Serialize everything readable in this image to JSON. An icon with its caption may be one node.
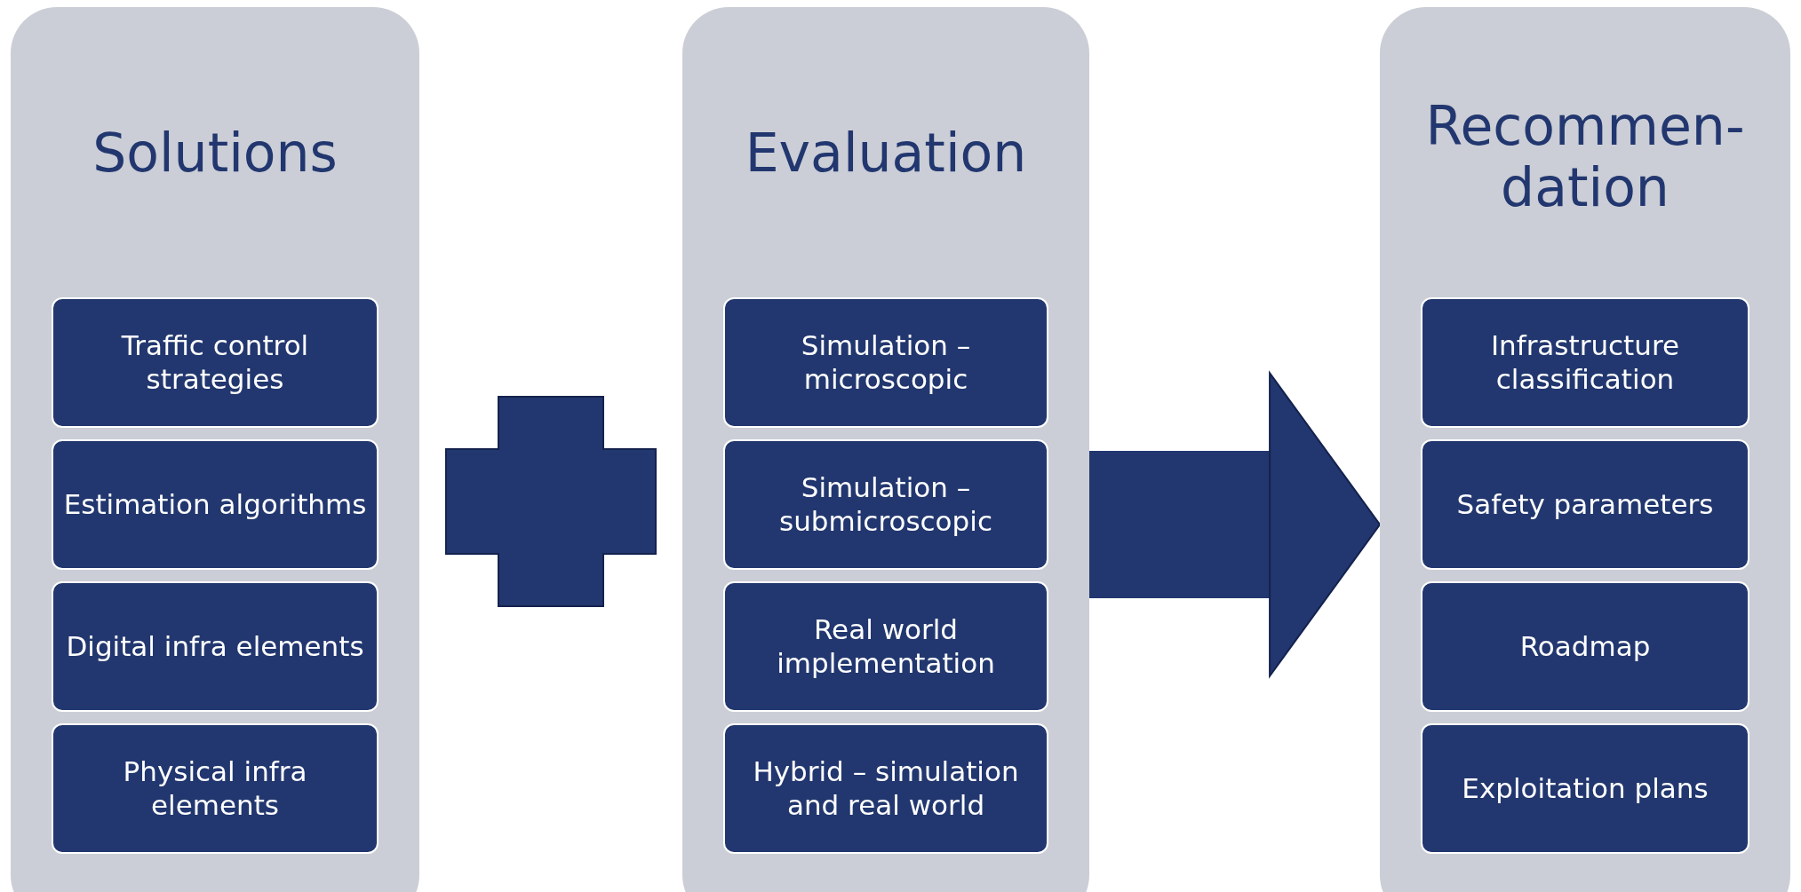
{
  "diagram": {
    "nodes": [
      {
        "text": [
          "Solutions"
        ]
      },
      {
        "text": [
          "Traffic control strategies"
        ],
        "in": 0
      },
      {
        "text": [
          "Estimation algorithms"
        ],
        "in": 0
      },
      {
        "text": [
          "Digital infra elements"
        ],
        "in": 0
      },
      {
        "text": [
          "Physical infra elements"
        ],
        "in": 0
      },
      {
        "text": [],
        "shape": "plus"
      },
      {
        "text": [
          "Evaluation"
        ]
      },
      {
        "text": [
          "Simulation – microscopic"
        ],
        "in": 6
      },
      {
        "text": [
          "Simulation – submicroscopic"
        ],
        "in": 6
      },
      {
        "text": [
          "Real world implementation"
        ],
        "in": 6
      },
      {
        "text": [
          "Hybrid – simulation and real world"
        ],
        "in": 6
      },
      {
        "text": [
          "Recommen-dation"
        ]
      },
      {
        "text": [
          "Infrastructure classification"
        ],
        "in": 11
      },
      {
        "text": [
          "Safety parameters"
        ],
        "in": 11
      },
      {
        "text": [
          "Roadmap"
        ],
        "in": 11
      },
      {
        "text": [
          "Exploitation plans"
        ],
        "in": 11
      }
    ],
    "edges": [
      {
        "from": 6,
        "to": 11,
        "arrow": "to"
      }
    ]
  }
}
